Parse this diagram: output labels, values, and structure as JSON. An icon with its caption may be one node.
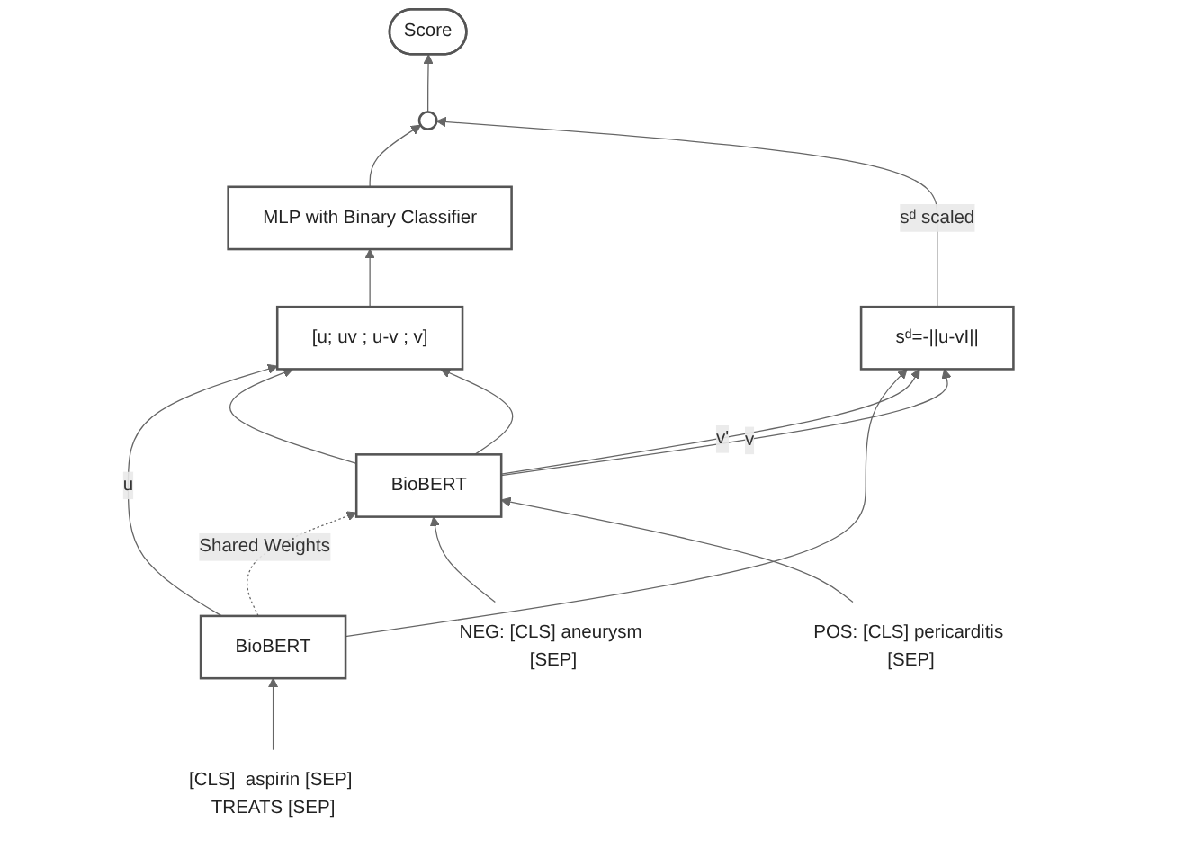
{
  "diagram": {
    "nodes": [
      {
        "text": [
          "Score"
        ]
      },
      {
        "text": [
          "MLP with Binary Classifier"
        ]
      },
      {
        "text": [],
        "shape": "circle"
      },
      {
        "text": [
          "[u; uv ; u-v ; v]"
        ]
      },
      {
        "text": [
          "sᵈ=-||u-vI||"
        ]
      },
      {
        "text": [
          "BioBERT"
        ]
      },
      {
        "text": [
          "BioBERT"
        ]
      },
      {
        "text": [
          "[CLS]  aspirin [SEP] TREATS [SEP]"
        ]
      },
      {
        "text": [
          "NEG: [CLS] aneurysm [SEP]"
        ]
      },
      {
        "text": [
          "POS: [CLS] pericarditis [SEP]"
        ]
      }
    ],
    "edges": [
      {
        "from": 2,
        "to": 0,
        "arrow": "to"
      },
      {
        "from": 1,
        "to": 2,
        "arrow": "to"
      },
      {
        "from": 4,
        "to": 2,
        "arrow": "to",
        "label": "sᵈ scaled"
      },
      {
        "from": 3,
        "to": 1,
        "arrow": "to"
      },
      {
        "from": 5,
        "to": 3,
        "arrow": "to",
        "label": "u"
      },
      {
        "from": 5,
        "to": 4,
        "arrow": "to"
      },
      {
        "from": 6,
        "to": 4,
        "arrow": "to",
        "label": "v'"
      },
      {
        "from": 6,
        "to": 3,
        "arrow": "to"
      },
      {
        "from": 6,
        "to": 4,
        "arrow": "to",
        "label": "v"
      },
      {
        "from": 6,
        "to": 3,
        "arrow": "to"
      },
      {
        "from": 5,
        "to": 6,
        "arrow": "to",
        "style": "dashed",
        "label": "Shared Weights"
      },
      {
        "from": 7,
        "to": 5,
        "arrow": "to"
      },
      {
        "from": 8,
        "to": 6,
        "arrow": "to"
      },
      {
        "from": 9,
        "to": 6,
        "arrow": "to"
      }
    ]
  }
}
